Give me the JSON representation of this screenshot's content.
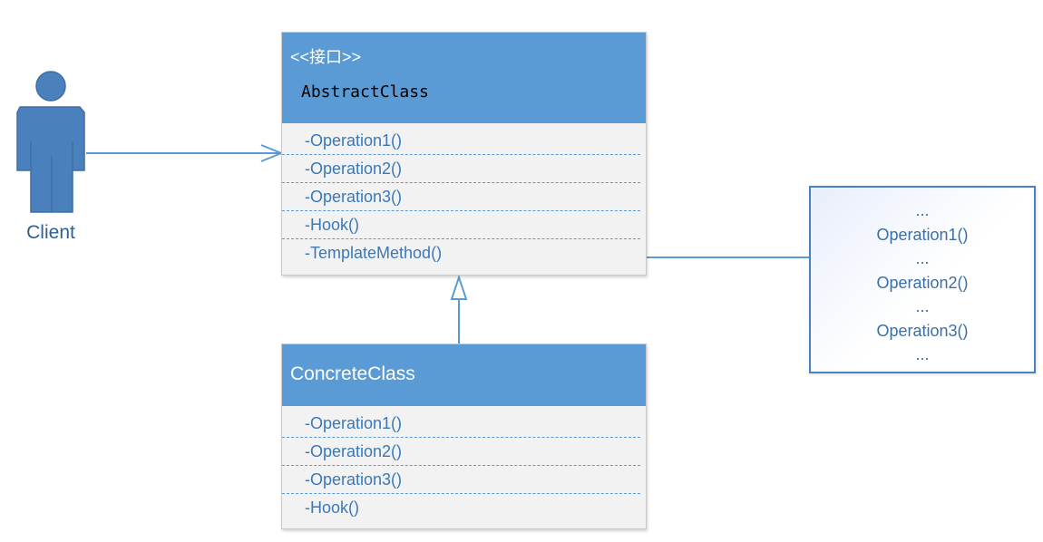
{
  "client": {
    "label": "Client"
  },
  "abstract_class": {
    "stereotype": "<<接口>>",
    "name": "AbstractClass",
    "operations": [
      "-Operation1()",
      "-Operation2()",
      "-Operation3()",
      "-Hook()",
      "-TemplateMethod()"
    ]
  },
  "concrete_class": {
    "name": "ConcreteClass",
    "operations": [
      "-Operation1()",
      "-Operation2()",
      "-Operation3()",
      "-Hook()"
    ]
  },
  "note": {
    "lines": [
      "...",
      "Operation1()",
      "...",
      "Operation2()",
      "...",
      "Operation3()",
      "..."
    ]
  },
  "colors": {
    "header": "#5b9bd5",
    "body": "#f2f2f2",
    "line": "#5b9bd5",
    "actor": "#4a81bd"
  }
}
